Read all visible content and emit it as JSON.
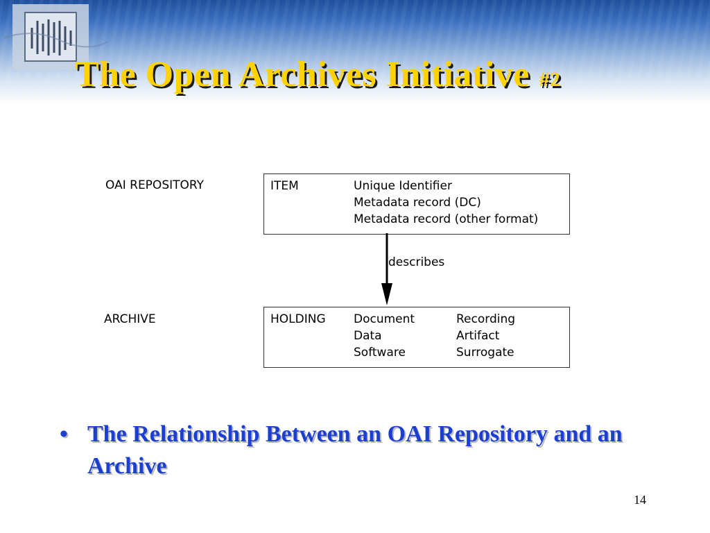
{
  "slide": {
    "title": "The Open Archives Initiative",
    "title_number": "#2",
    "page_number": "14"
  },
  "diagram": {
    "repository_label": "OAI REPOSITORY",
    "archive_label": "ARCHIVE",
    "item_box": {
      "heading": "ITEM",
      "lines": [
        "Unique Identifier",
        "Metadata record (DC)",
        "Metadata record (other format)"
      ]
    },
    "arrow_label": "describes",
    "holding_box": {
      "heading": "HOLDING",
      "column1": [
        "Document",
        "Data",
        "Software"
      ],
      "column2": [
        "Recording",
        "Artifact",
        "Surrogate"
      ]
    }
  },
  "bullet": {
    "mark": "•",
    "text": "The Relationship Between an OAI Repository and an Archive"
  },
  "colors": {
    "title": "#ffd200",
    "bullet_text": "#1a3fd1",
    "header_blue": "#2a5ca8"
  }
}
